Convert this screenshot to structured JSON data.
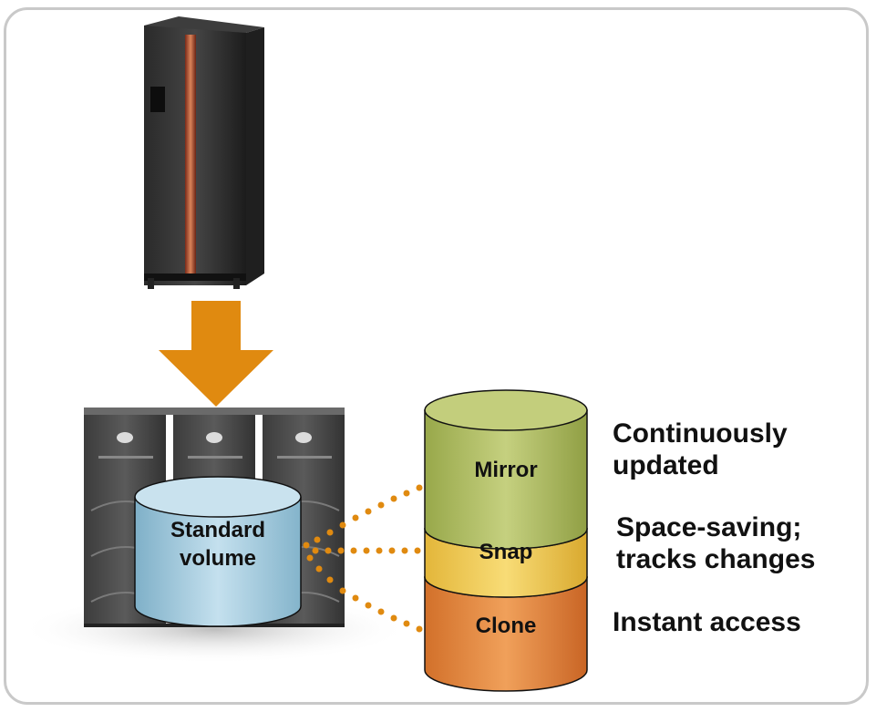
{
  "standard_volume": {
    "line1": "Standard",
    "line2": "volume"
  },
  "copies": [
    {
      "id": "mirror",
      "label": "Mirror",
      "desc_line1": "Continuously",
      "desc_line2": "updated"
    },
    {
      "id": "snap",
      "label": "Snap",
      "desc_line1": "Space-saving;",
      "desc_line2": "tracks changes"
    },
    {
      "id": "clone",
      "label": "Clone",
      "desc_line1": "Instant access",
      "desc_line2": ""
    }
  ],
  "colors": {
    "arrow": "#e08a10",
    "dots": "#e08a10",
    "standard_volume": "#a9cde0",
    "mirror": "#b8c46a",
    "snap": "#f2cd55",
    "clone": "#e6883a"
  },
  "icons": [
    "mainframe-server-icon",
    "storage-array-icon",
    "down-arrow-icon"
  ]
}
